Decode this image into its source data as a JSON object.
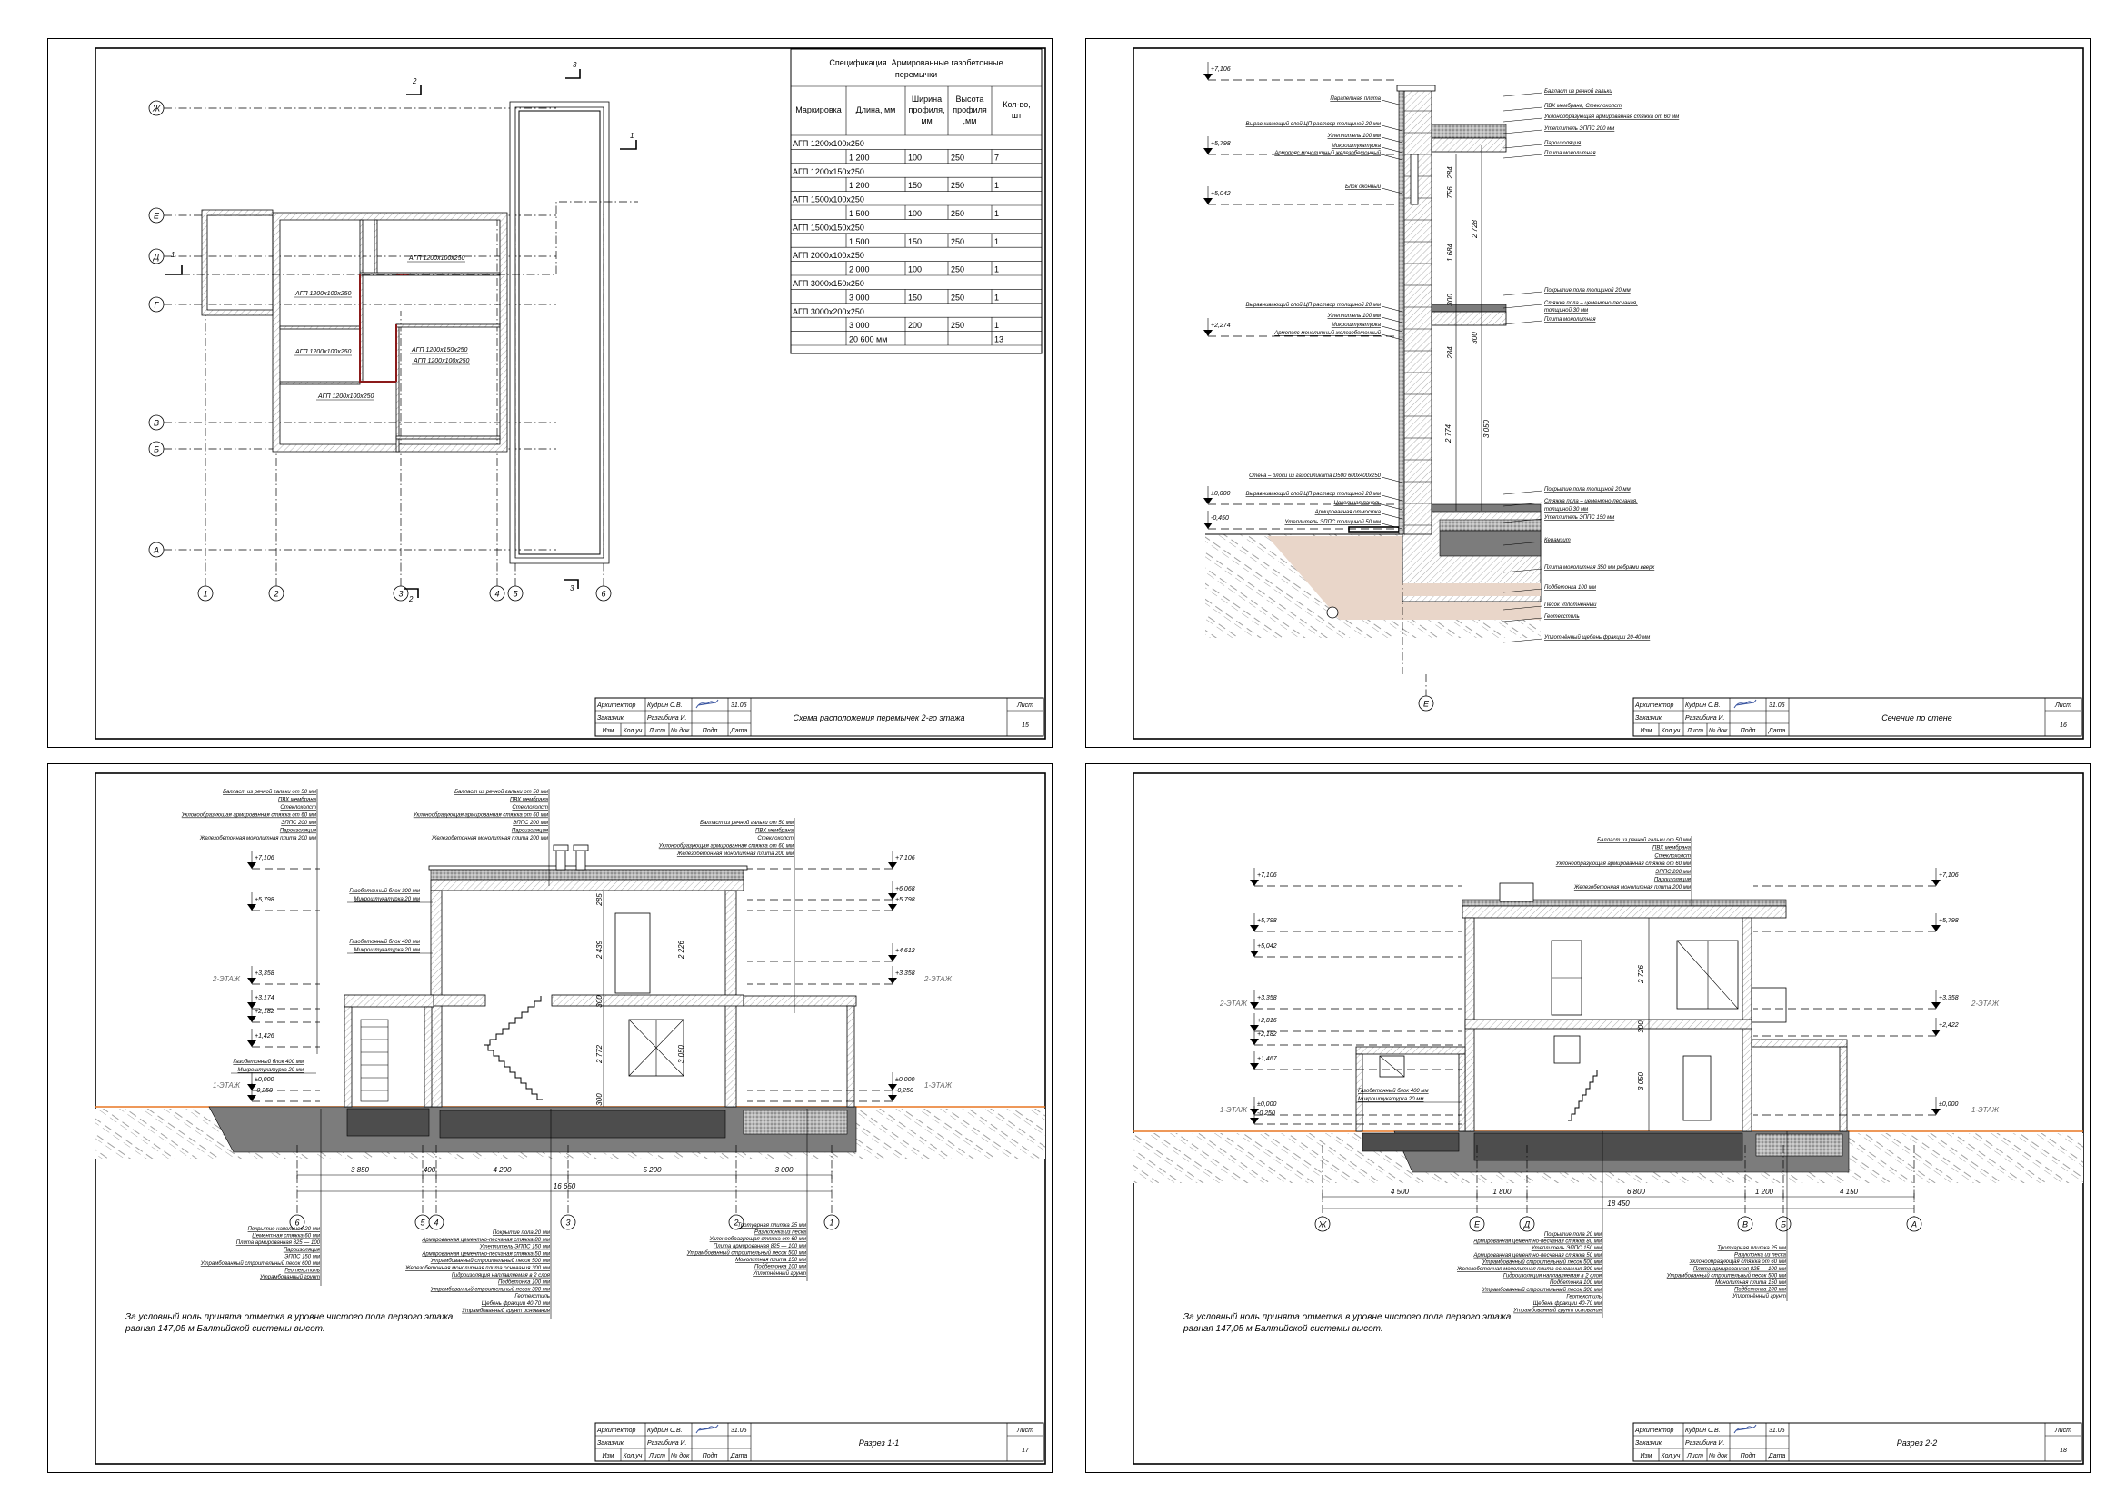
{
  "title_block": {
    "role_architect": "Архитектор",
    "name_architect": "Кудрин С.В.",
    "date": "31.05",
    "role_customer": "Заказчик",
    "name_customer": "Разгибина И.",
    "columns": [
      "Изм",
      "Кол.уч",
      "Лист",
      "№ док",
      "Подп",
      "Дата"
    ],
    "sheet_label": "Лист"
  },
  "sheets": [
    {
      "title": "Схема расположения перемычек 2-го этажа",
      "number": "15"
    },
    {
      "title": "Сечение по стене",
      "number": "16"
    },
    {
      "title": "Разрез 1-1",
      "number": "17"
    },
    {
      "title": "Разрез 2-2",
      "number": "18"
    }
  ],
  "plan": {
    "axes_rows": [
      "Ж",
      "Е",
      "Д",
      "Г",
      "В",
      "Б",
      "А"
    ],
    "axes_cols": [
      "1",
      "2",
      "3",
      "4",
      "5",
      "6"
    ],
    "section_marks": [
      "1",
      "1",
      "2",
      "2",
      "3",
      "3"
    ],
    "lintel_labels": [
      "АГП 1200х100х250",
      "АГП 1200х100х250",
      "АГП 1200х100х250",
      "АГП 1200х150х250",
      "АГП 1200х100х250",
      "АГП 1200х100х250"
    ],
    "table": {
      "title_lines": [
        "Спецификация. Армированные газобетонные",
        "перемычки"
      ],
      "headers": [
        [
          "Маркировка"
        ],
        [
          "Длина, мм"
        ],
        [
          "Ширина",
          "профиля,",
          "мм"
        ],
        [
          "Высота",
          "профиля",
          ",мм"
        ],
        [
          "Кол-во,",
          "шт"
        ]
      ],
      "groups": [
        {
          "mark": "АГП 1200х100х250",
          "length": "1 200",
          "width": "100",
          "height": "250",
          "qty": "7"
        },
        {
          "mark": "АГП 1200х150х250",
          "length": "1 200",
          "width": "150",
          "height": "250",
          "qty": "1"
        },
        {
          "mark": "АГП 1500х100х250",
          "length": "1 500",
          "width": "100",
          "height": "250",
          "qty": "1"
        },
        {
          "mark": "АГП 1500х150х250",
          "length": "1 500",
          "width": "150",
          "height": "250",
          "qty": "1"
        },
        {
          "mark": "АГП 2000х100х250",
          "length": "2 000",
          "width": "100",
          "height": "250",
          "qty": "1"
        },
        {
          "mark": "АГП 3000х150х250",
          "length": "3 000",
          "width": "150",
          "height": "250",
          "qty": "1"
        },
        {
          "mark": "АГП 3000х200х250",
          "length": "3 000",
          "width": "200",
          "height": "250",
          "qty": "1"
        }
      ],
      "total": {
        "length": "20 600 мм",
        "qty": "13"
      }
    }
  },
  "wall_section": {
    "levels": [
      "+7,106",
      "+5,798",
      "+5,042",
      "+2,274",
      "±0,000",
      "-0,450"
    ],
    "axis": "Е",
    "labels_left": [
      "Парапетная плита",
      "Выравнивающий слой ЦП раствор толщиной 20 мм",
      "Утеплитель 100 мм",
      "Микроштукатурка",
      "Армопояс монолитный железобетонный",
      "Блок оконный",
      "Выравнивающий слой ЦП раствор толщиной 20 мм",
      "Утеплитель 100 мм",
      "Микроштукатурка",
      "Армопояс монолитный железобетонный",
      "Стена – блоки из газосиликата D500 600х400х250",
      "Выравнивающий слой ЦП раствор толщиной 20 мм",
      "Цокольная панель",
      "Армированная отмостка",
      "Утеплитель ЭППС толщиной 50 мм"
    ],
    "labels_right": [
      "Балласт из речной гальки",
      "ПВХ мембрана, Стеклохолст",
      "Уклонообразующая армированная стяжка от 60 мм",
      "Утеплитель ЭППС 200 мм",
      "Пароизоляция",
      "Плита монолитная",
      "Покрытие пола толщиной 20 мм",
      "Стяжка пола – цементно-песчаная,",
      "толщиной 30 мм",
      "Плита монолитная",
      "Покрытие пола толщиной 20 мм",
      "Стяжка пола – цементно-песчаная,",
      "толщиной 30 мм",
      "Утеплитель ЭППС 150 мм",
      "Керамзит",
      "Плита монолитная 350 мм ребрами вверх",
      "Подбетонка 100 мм",
      "Песок уплотнённый",
      "Геотекстиль",
      "Уплотнённый щебень фракции 20-40 мм"
    ],
    "dims": [
      "284",
      "756",
      "1 684",
      "300",
      "2 728",
      "300",
      "284",
      "2 774",
      "3 050"
    ]
  },
  "section_1_1": {
    "levels_left": [
      "+7,106",
      "+5,798",
      "+3,358",
      "+3,174",
      "+2,182",
      "+1,426",
      "±0,000",
      "-0,250"
    ],
    "levels_right": [
      "+7,106",
      "+6,068",
      "+5,798",
      "+4,612",
      "+3,358",
      "±0,000",
      "-0,250"
    ],
    "floors": [
      "2-ЭТАЖ",
      "1-ЭТАЖ"
    ],
    "roof_layers_a": [
      "Балласт из речной гальки от 50 мм",
      "ПВХ мембрана",
      "Стеклохолст",
      "Уклонообразующая армированная стяжка от 60 мм",
      "ЭППС 200 мм",
      "Пароизоляция",
      "Железобетонная монолитная плита 200 мм"
    ],
    "roof_layers_b": [
      "Балласт из речной гальки от 50 мм",
      "ПВХ мембрана",
      "Стеклохолст",
      "Уклонообразующая армированная стяжка от 60 мм",
      "ЭППС 200 мм",
      "Пароизоляция",
      "Железобетонная монолитная плита 200 мм"
    ],
    "roof_layers_c": [
      "Балласт из речной гальки от 50 мм",
      "ПВХ мембрана",
      "Стеклохолст",
      "Уклонообразующая армированная стяжка от 60 мм",
      "Железобетонная монолитная плита 200 мм"
    ],
    "wall_labels": [
      [
        "Газобетонный блок 300 мм",
        "Микроштукатурка 20 мм"
      ],
      [
        "Газобетонный блок 400 мм",
        "Микроштукатурка 20 мм"
      ],
      [
        "Газобетонный блок 400 мм",
        "Микроштукатурка 20 мм"
      ]
    ],
    "inner_dims": [
      "285",
      "2 439",
      "300",
      "2 772",
      "2 226",
      "3 050",
      "300"
    ],
    "dims": [
      "3 850",
      "400",
      "4 200",
      "5 200",
      "3 000"
    ],
    "total": "16 650",
    "axes": [
      "6",
      "5",
      "4",
      "3",
      "2",
      "1"
    ],
    "floor_layers_a": [
      "Покрытие напольное 20 мм",
      "Цементная стяжка 60 мм",
      "Плита армированная 825 — 100",
      "Пароизоляция",
      "ЭППС 150 мм",
      "Утрамбованный строительный песок 600 мм",
      "Геотекстиль",
      "Утрамбованный грунт"
    ],
    "floor_layers_b": [
      "Покрытие пола 20 мм",
      "Армированная цементно-песчаная стяжка 80 мм",
      "Утеплитель ЭППС 150 мм",
      "Армированная цементно-песчаная стяжка 50 мм",
      "Утрамбованный строительный песок 500 мм",
      "Железобетонная монолитная плита основания 300 мм",
      "Гидроизоляция наплавляемая в 2 слоя",
      "Подбетонка 100 мм",
      "Утрамбованный строительный песок 300 мм",
      "Геотекстиль",
      "Щебень фракции 40-70 мм",
      "Утрамбованный грунт основания"
    ],
    "floor_layers_c": [
      "Тротуарная плитка 25 мм",
      "Разуклонка из песка",
      "Уклонообразующая стяжка от 60 мм",
      "Плита армированная 825 — 100 мм",
      "Утрамбованный строительный песок 500 мм",
      "Монолитная плита 150 мм",
      "Подбетонка 100 мм",
      "Уплотнённый грунт"
    ],
    "note": [
      "За условный ноль принята отметка в уровне чистого пола первого этажа",
      "равная 147,05 м Балтийской системы высот."
    ]
  },
  "section_2_2": {
    "levels_left": [
      "+7,106",
      "+5,798",
      "+5,042",
      "+3,358",
      "+2,816",
      "+2,182",
      "+1,467",
      "±0,000",
      "-0,250"
    ],
    "levels_right": [
      "+7,106",
      "+5,798",
      "+3,358",
      "+2,422",
      "±0,000"
    ],
    "floors": [
      "2-ЭТАЖ",
      "1-ЭТАЖ"
    ],
    "roof_layers": [
      "Балласт из речной гальки от 50 мм",
      "ПВХ мембрана",
      "Стеклохолст",
      "Уклонообразующая армированная стяжка от 60 мм",
      "ЭППС 200 мм",
      "Пароизоляция",
      "Железобетонная монолитная плита 200 мм"
    ],
    "wall_label": [
      "Газобетонный блок 400 мм",
      "Микроштукатурка 20 мм"
    ],
    "inner_dims": [
      "2 726",
      "300",
      "3 050"
    ],
    "dims": [
      "4 500",
      "1 800",
      "6 800",
      "1 200",
      "4 150"
    ],
    "total": "18 450",
    "axes": [
      "Ж",
      "Е",
      "Д",
      "В",
      "Б",
      "А"
    ],
    "floor_layers_a": [
      "Покрытие пола 20 мм",
      "Армированная цементно-песчаная стяжка 80 мм",
      "Утеплитель ЭППС 150 мм",
      "Армированная цементно-песчаная стяжка 50 мм",
      "Утрамбованный строительный песок 500 мм",
      "Железобетонная монолитная плита основания 300 мм",
      "Гидроизоляция наплавляемая в 2 слоя",
      "Подбетонка 100 мм",
      "Утрамбованный строительный песок 300 мм",
      "Геотекстиль",
      "Щебень фракции 40-70 мм",
      "Утрамбованный грунт основания"
    ],
    "floor_layers_b": [
      "Тротуарная плитка 25 мм",
      "Разуклонка из песка",
      "Уклонообразующая стяжка от 60 мм",
      "Плита армированная 825 — 100 мм",
      "Утрамбованный строительный песок 500 мм",
      "Монолитная плита 150 мм",
      "Подбетонка 100 мм",
      "Уплотнённый грунт"
    ],
    "note": [
      "За условный ноль принята отметка в уровне чистого пола первого этажа",
      "равная 147,05 м Балтийской системы высот."
    ]
  }
}
